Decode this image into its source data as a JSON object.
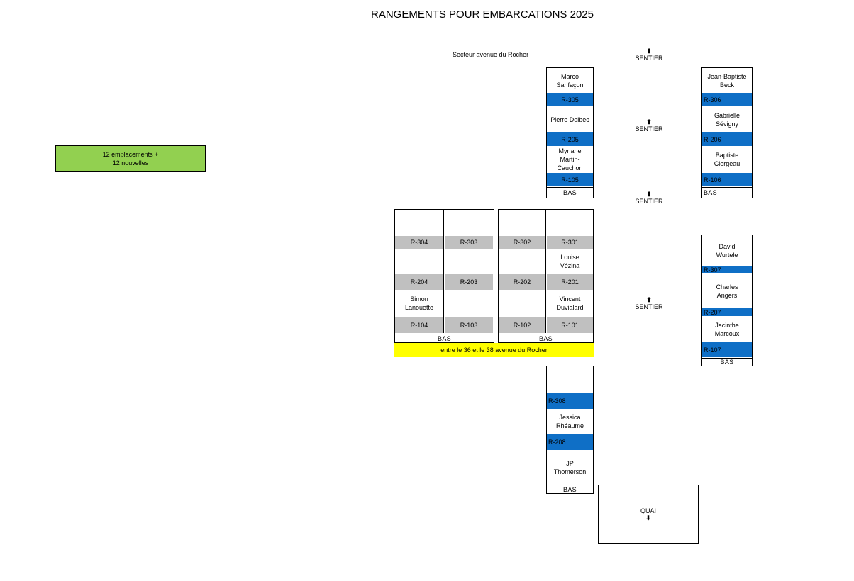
{
  "title": "RANGEMENTS POUR EMBARCATIONS 2025",
  "sector": "Secteur avenue du Rocher",
  "green_note": {
    "line1": "12 emplacements +",
    "line2": "12 nouvelles"
  },
  "yellow_note": "entre le 36 et le 38 avenue du Rocher",
  "sentier": {
    "label": "SENTIER",
    "arrow": "⬆"
  },
  "quai": {
    "label": "QUAI",
    "arrow": "⬇"
  },
  "bas": "BAS",
  "rack_top_center": {
    "rows": [
      {
        "name": "Marco Sanfaçon",
        "code": "R-305"
      },
      {
        "name": "Pierre Dolbec",
        "code": "R-205"
      },
      {
        "name": "Myriane Martin-Cauchon",
        "code": "R-105"
      }
    ]
  },
  "rack_top_right": {
    "rows": [
      {
        "name": "Jean-Baptiste Beck",
        "code": "R-306"
      },
      {
        "name": "Gabrielle Sévigny",
        "code": "R-206"
      },
      {
        "name": "Baptiste Clergeau",
        "code": "R-106"
      }
    ]
  },
  "rack_grid": {
    "row3": [
      "R-304",
      "R-303",
      "R-302",
      "R-301"
    ],
    "row2": [
      "R-204",
      "R-203",
      "R-202",
      "R-201"
    ],
    "row1": [
      "R-104",
      "R-103",
      "R-102",
      "R-101"
    ],
    "names": {
      "r2c4": "Louise Vézina",
      "r1c1": "Simon Lanouette",
      "r1c4": "Vincent Duvialard"
    }
  },
  "rack_mid_right": {
    "rows": [
      {
        "name": "David Wurtele",
        "code": "R-307"
      },
      {
        "name": "Charles Angers",
        "code": "R-207"
      },
      {
        "name": "Jacinthe Marcoux",
        "code": "R-107"
      }
    ]
  },
  "rack_bottom": {
    "rows": [
      {
        "name": "",
        "code": "R-308"
      },
      {
        "name": "Jessica Rhéaume",
        "code": "R-208"
      },
      {
        "name": "JP Thomerson",
        "code": ""
      }
    ]
  }
}
